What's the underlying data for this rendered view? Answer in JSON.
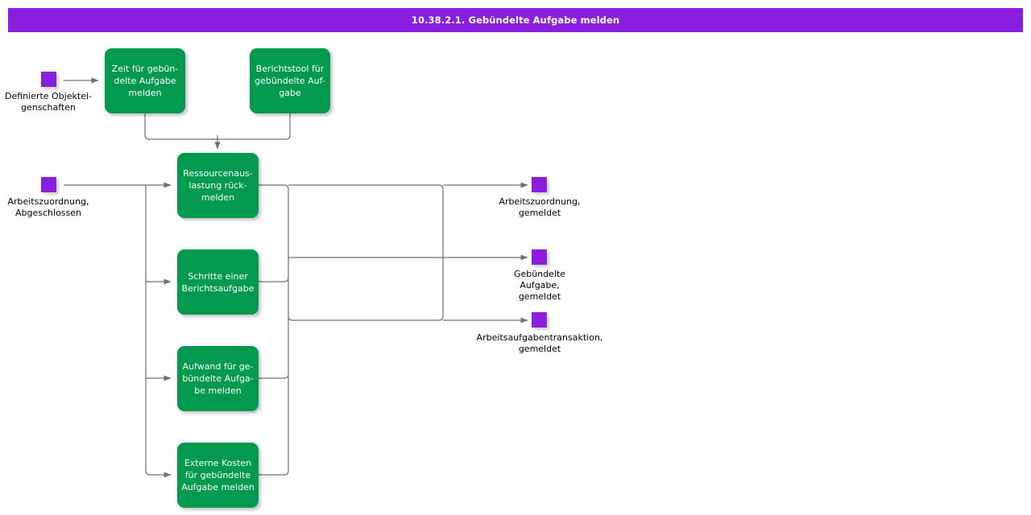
{
  "title": {
    "text": "10.38.2.1. Gebündelte Aufgabe melden"
  },
  "colors": {
    "title_bar": "#8A1FE0",
    "process_box": "#019A4E",
    "state_node": "#8A1FE0",
    "connector": "#707070",
    "process_text": "#FFFFFF",
    "label_text": "#000000",
    "background": "#FFFFFF"
  },
  "processes": [
    {
      "id": "zeit-fuer-gebuendelte-aufgabe-melden",
      "label": "Zeit für gebün-\ndelte Aufgabe\nmelden"
    },
    {
      "id": "berichtstool-fuer-gebuendelte-aufgabe",
      "label": "Berichtstool für\ngebündelte Auf-\ngabe"
    },
    {
      "id": "ressourcenauslastung-rueckmelden",
      "label": "Ressourcenaus-\nlastung    rück-\nmelden"
    },
    {
      "id": "schritte-einer-berichtsaufgabe",
      "label": "Schritte einer\nBerichtsaufgabe"
    },
    {
      "id": "aufwand-fuer-gebuendelte-aufgabe-melden",
      "label": "Aufwand für ge-\nbündelte Aufga-\nbe melden"
    },
    {
      "id": "externe-kosten-fuer-gebuendelte-aufgabe-melden",
      "label": "Externe Kosten\nfür gebündelte\nAufgabe melden"
    }
  ],
  "inputs": [
    {
      "id": "definierte-objekteigenschaften",
      "label": "Definierte  Objektei-\ngenschaften"
    },
    {
      "id": "arbeitszuordnung-abgeschlossen",
      "label": "Arbeitszuordnung,\nAbgeschlossen"
    }
  ],
  "outputs": [
    {
      "id": "arbeitszuordnung-gemeldet",
      "label": "Arbeitszuordnung,\ngemeldet"
    },
    {
      "id": "gebuendelte-aufgabe-gemeldet",
      "label": "Gebündelte\nAufgabe,\ngemeldet"
    },
    {
      "id": "arbeitsaufgabentransaktion-gemeldet",
      "label": "Arbeitsaufgabentransaktion,\ngemeldet"
    }
  ]
}
